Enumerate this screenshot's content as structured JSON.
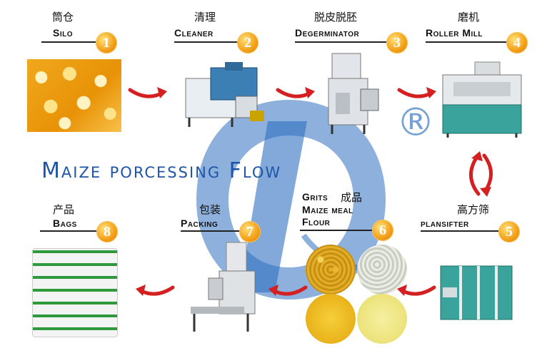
{
  "steps": [
    {
      "cn": "筒仓",
      "en": "Silo",
      "num": "1"
    },
    {
      "cn": "清理",
      "en": "Cleaner",
      "num": "2"
    },
    {
      "cn": "脱皮脱胚",
      "en": "Degerminator",
      "num": "3"
    },
    {
      "cn": "磨机",
      "en": "Roller Mill",
      "num": "4"
    },
    {
      "cn": "高方筛",
      "en": "plansifter",
      "num": "5"
    },
    {
      "cn": "成品",
      "en_line1": "Grits",
      "en_line2": "Maize meal",
      "en_line3": "Flour",
      "num": "6"
    },
    {
      "cn": "包装",
      "en": "Packing",
      "num": "7"
    },
    {
      "cn": "产品",
      "en": "Bags",
      "num": "8"
    }
  ],
  "title": "Maize porcessing Flow",
  "registered_mark": "®",
  "colors": {
    "accent_blue": "#1f55a6",
    "arrow_red": "#d42020",
    "badge_orange": "#f4a11a",
    "watermark": "#2f6fbf"
  }
}
